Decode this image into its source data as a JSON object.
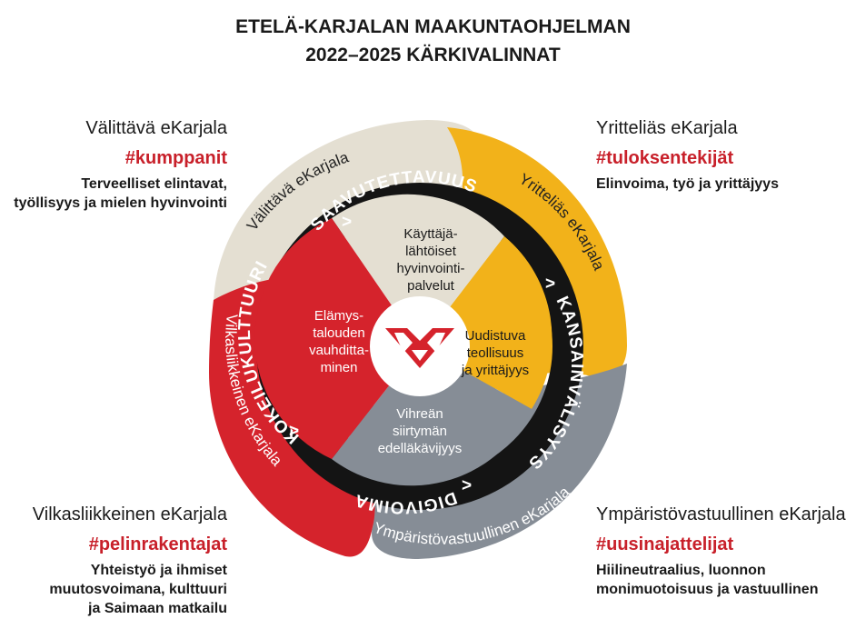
{
  "title": {
    "line1": "ETELÄ-KARJALAN MAAKUNTAOHJELMAN",
    "line2": "2022–2025 KÄRKIVALINNAT"
  },
  "corners": {
    "top_left": {
      "name": "Välittävä eKarjala",
      "tag": "#kumppanit",
      "desc_lines": [
        "Terveelliset elintavat,",
        "työllisyys ja mielen hyvinvointi"
      ]
    },
    "top_right": {
      "name": "Yritteliäs eKarjala",
      "tag": "#tuloksentekijät",
      "desc_lines": [
        "Elinvoima, työ ja yrittäjyys"
      ]
    },
    "bottom_left": {
      "name": "Vilkasliikkeinen eKarjala",
      "tag": "#pelinrakentajat",
      "desc_lines": [
        "Yhteistyö ja ihmiset",
        "muutosvoimana, kulttuuri",
        "ja Saimaan matkailu"
      ]
    },
    "bottom_right": {
      "name": "Ympäristövastuullinen eKarjala",
      "tag": "#uusinajattelijat",
      "desc_lines": [
        "Hiilineutraalius, luonnon",
        "monimuotoisuus ja vastuullinen"
      ]
    }
  },
  "outer_arcs": {
    "top": "Välittävä eKarjala",
    "right": "Yritteliäs eKarjala",
    "left": "Vilkasliikkeinen eKarjala",
    "bottom": "Ympäristövastuullinen eKarjala"
  },
  "ring": {
    "top": "SAAVUTETTAVUUS",
    "right": "KANSAINVÄLISYYS",
    "bottom": "DIGIVOIMA",
    "left": "KOKEILUKULTTUURI",
    "arrow": ">"
  },
  "inner": {
    "top_lines": [
      "Käyttäjä-",
      "lähtöiset",
      "hyvinvointi-",
      "palvelut"
    ],
    "right_lines": [
      "Uudistuva",
      "teollisuus",
      "ja yrittäjyys"
    ],
    "bottom_lines": [
      "Vihreän",
      "siirtymän",
      "edelläkävijyys"
    ],
    "left_lines": [
      "Elämys-",
      "talouden",
      "vauhditta-",
      "minen"
    ]
  },
  "colors": {
    "beige": "#e4dfd2",
    "yellow": "#f2b21a",
    "grey": "#868d96",
    "red": "#d5232c",
    "ring": "#141414",
    "accent_red": "#c8202a"
  },
  "icons": [
    "region-logo-icon"
  ]
}
